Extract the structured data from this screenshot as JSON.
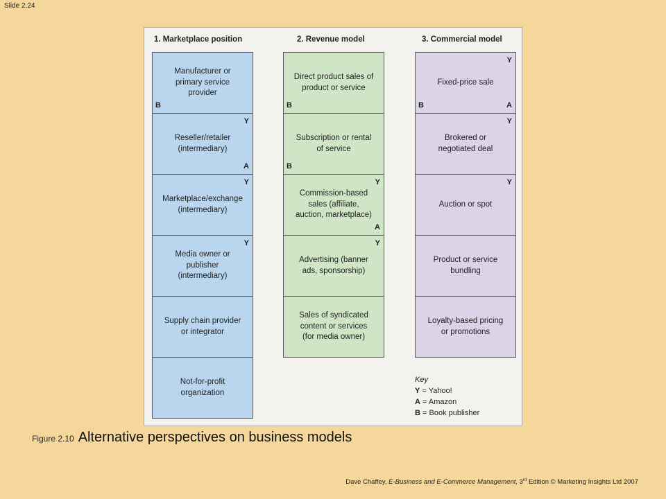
{
  "slide_number": "Slide 2.24",
  "columns": [
    {
      "header": "1. Marketplace position",
      "cells": [
        {
          "text": "Manufacturer or primary service provider",
          "marks": {
            "bl": "B"
          }
        },
        {
          "text": "Reseller/retailer (intermediary)",
          "marks": {
            "tr": "Y",
            "br": "A"
          }
        },
        {
          "text": "Marketplace/exchange (intermediary)",
          "marks": {
            "tr": "Y"
          }
        },
        {
          "text": "Media owner or publisher (intermediary)",
          "marks": {
            "tr": "Y"
          }
        },
        {
          "text": "Supply chain provider or integrator",
          "marks": {}
        },
        {
          "text": "Not-for-profit organization",
          "marks": {}
        }
      ]
    },
    {
      "header": "2. Revenue model",
      "cells": [
        {
          "text": "Direct product sales of product or service",
          "marks": {
            "bl": "B"
          }
        },
        {
          "text": "Subscription or rental of service",
          "marks": {
            "bl": "B"
          }
        },
        {
          "text": "Commission-based sales (affiliate, auction, marketplace)",
          "marks": {
            "tr": "Y",
            "br": "A"
          }
        },
        {
          "text": "Advertising (banner ads, sponsorship)",
          "marks": {
            "tr": "Y"
          }
        },
        {
          "text": "Sales of syndicated content or services (for media owner)",
          "marks": {}
        }
      ]
    },
    {
      "header": "3. Commercial model",
      "cells": [
        {
          "text": "Fixed-price sale",
          "marks": {
            "tr": "Y",
            "bl": "B",
            "br": "A"
          }
        },
        {
          "text": "Brokered or negotiated deal",
          "marks": {
            "tr": "Y"
          }
        },
        {
          "text": "Auction or spot",
          "marks": {
            "tr": "Y"
          }
        },
        {
          "text": "Product or service bundling",
          "marks": {}
        },
        {
          "text": "Loyalty-based pricing or promotions",
          "marks": {}
        }
      ]
    }
  ],
  "key": {
    "title": "Key",
    "items": [
      {
        "letter": "Y",
        "meaning": "= Yahoo!"
      },
      {
        "letter": "A",
        "meaning": "= Amazon"
      },
      {
        "letter": "B",
        "meaning": "= Book publisher"
      }
    ]
  },
  "caption": {
    "label": "Figure 2.10",
    "title": "Alternative perspectives on business models"
  },
  "credit": {
    "author": "Dave Chaffey,",
    "book": "E-Business and E-Commerce Management,",
    "edition_num": "3",
    "edition_sup": "rd",
    "rest": "Edition © Marketing Insights Ltd 2007"
  }
}
